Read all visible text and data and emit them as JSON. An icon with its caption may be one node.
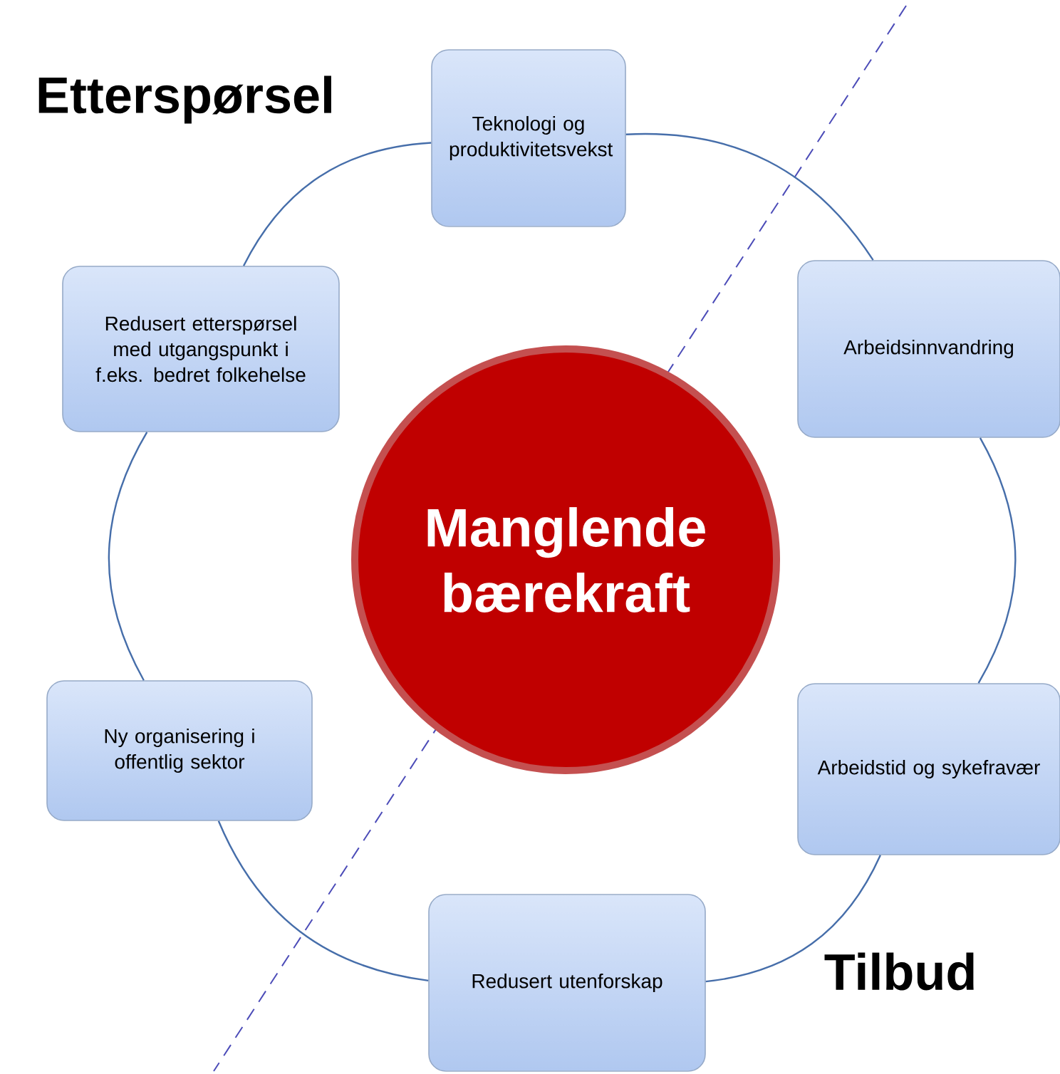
{
  "diagram": {
    "nodes": [
      {
        "text": [
          "Teknologi og produktivitetsvekst"
        ]
      },
      {
        "text": [
          "Redusert etterspørsel med utgangspunkt i f.eks. bedret folkehelse"
        ]
      },
      {
        "text": [
          "Arbeidsinnvandring"
        ]
      },
      {
        "text": [
          "Manglende bærekraft"
        ]
      },
      {
        "text": [
          "Ny organisering i offentlig sektor"
        ]
      },
      {
        "text": [
          "Arbeidstid og sykefravær"
        ]
      },
      {
        "text": [
          "Redusert utenforskap"
        ]
      }
    ],
    "edges": [
      {
        "from": 0,
        "to": 2,
        "arrow": "none"
      },
      {
        "from": 2,
        "to": 5,
        "arrow": "none"
      },
      {
        "from": 5,
        "to": 6,
        "arrow": "none"
      },
      {
        "from": 6,
        "to": 4,
        "arrow": "none"
      },
      {
        "from": 4,
        "to": 1,
        "arrow": "none"
      },
      {
        "from": 1,
        "to": 0,
        "arrow": "none"
      }
    ],
    "labels": [
      "Etterspørsel",
      "Tilbud"
    ]
  }
}
